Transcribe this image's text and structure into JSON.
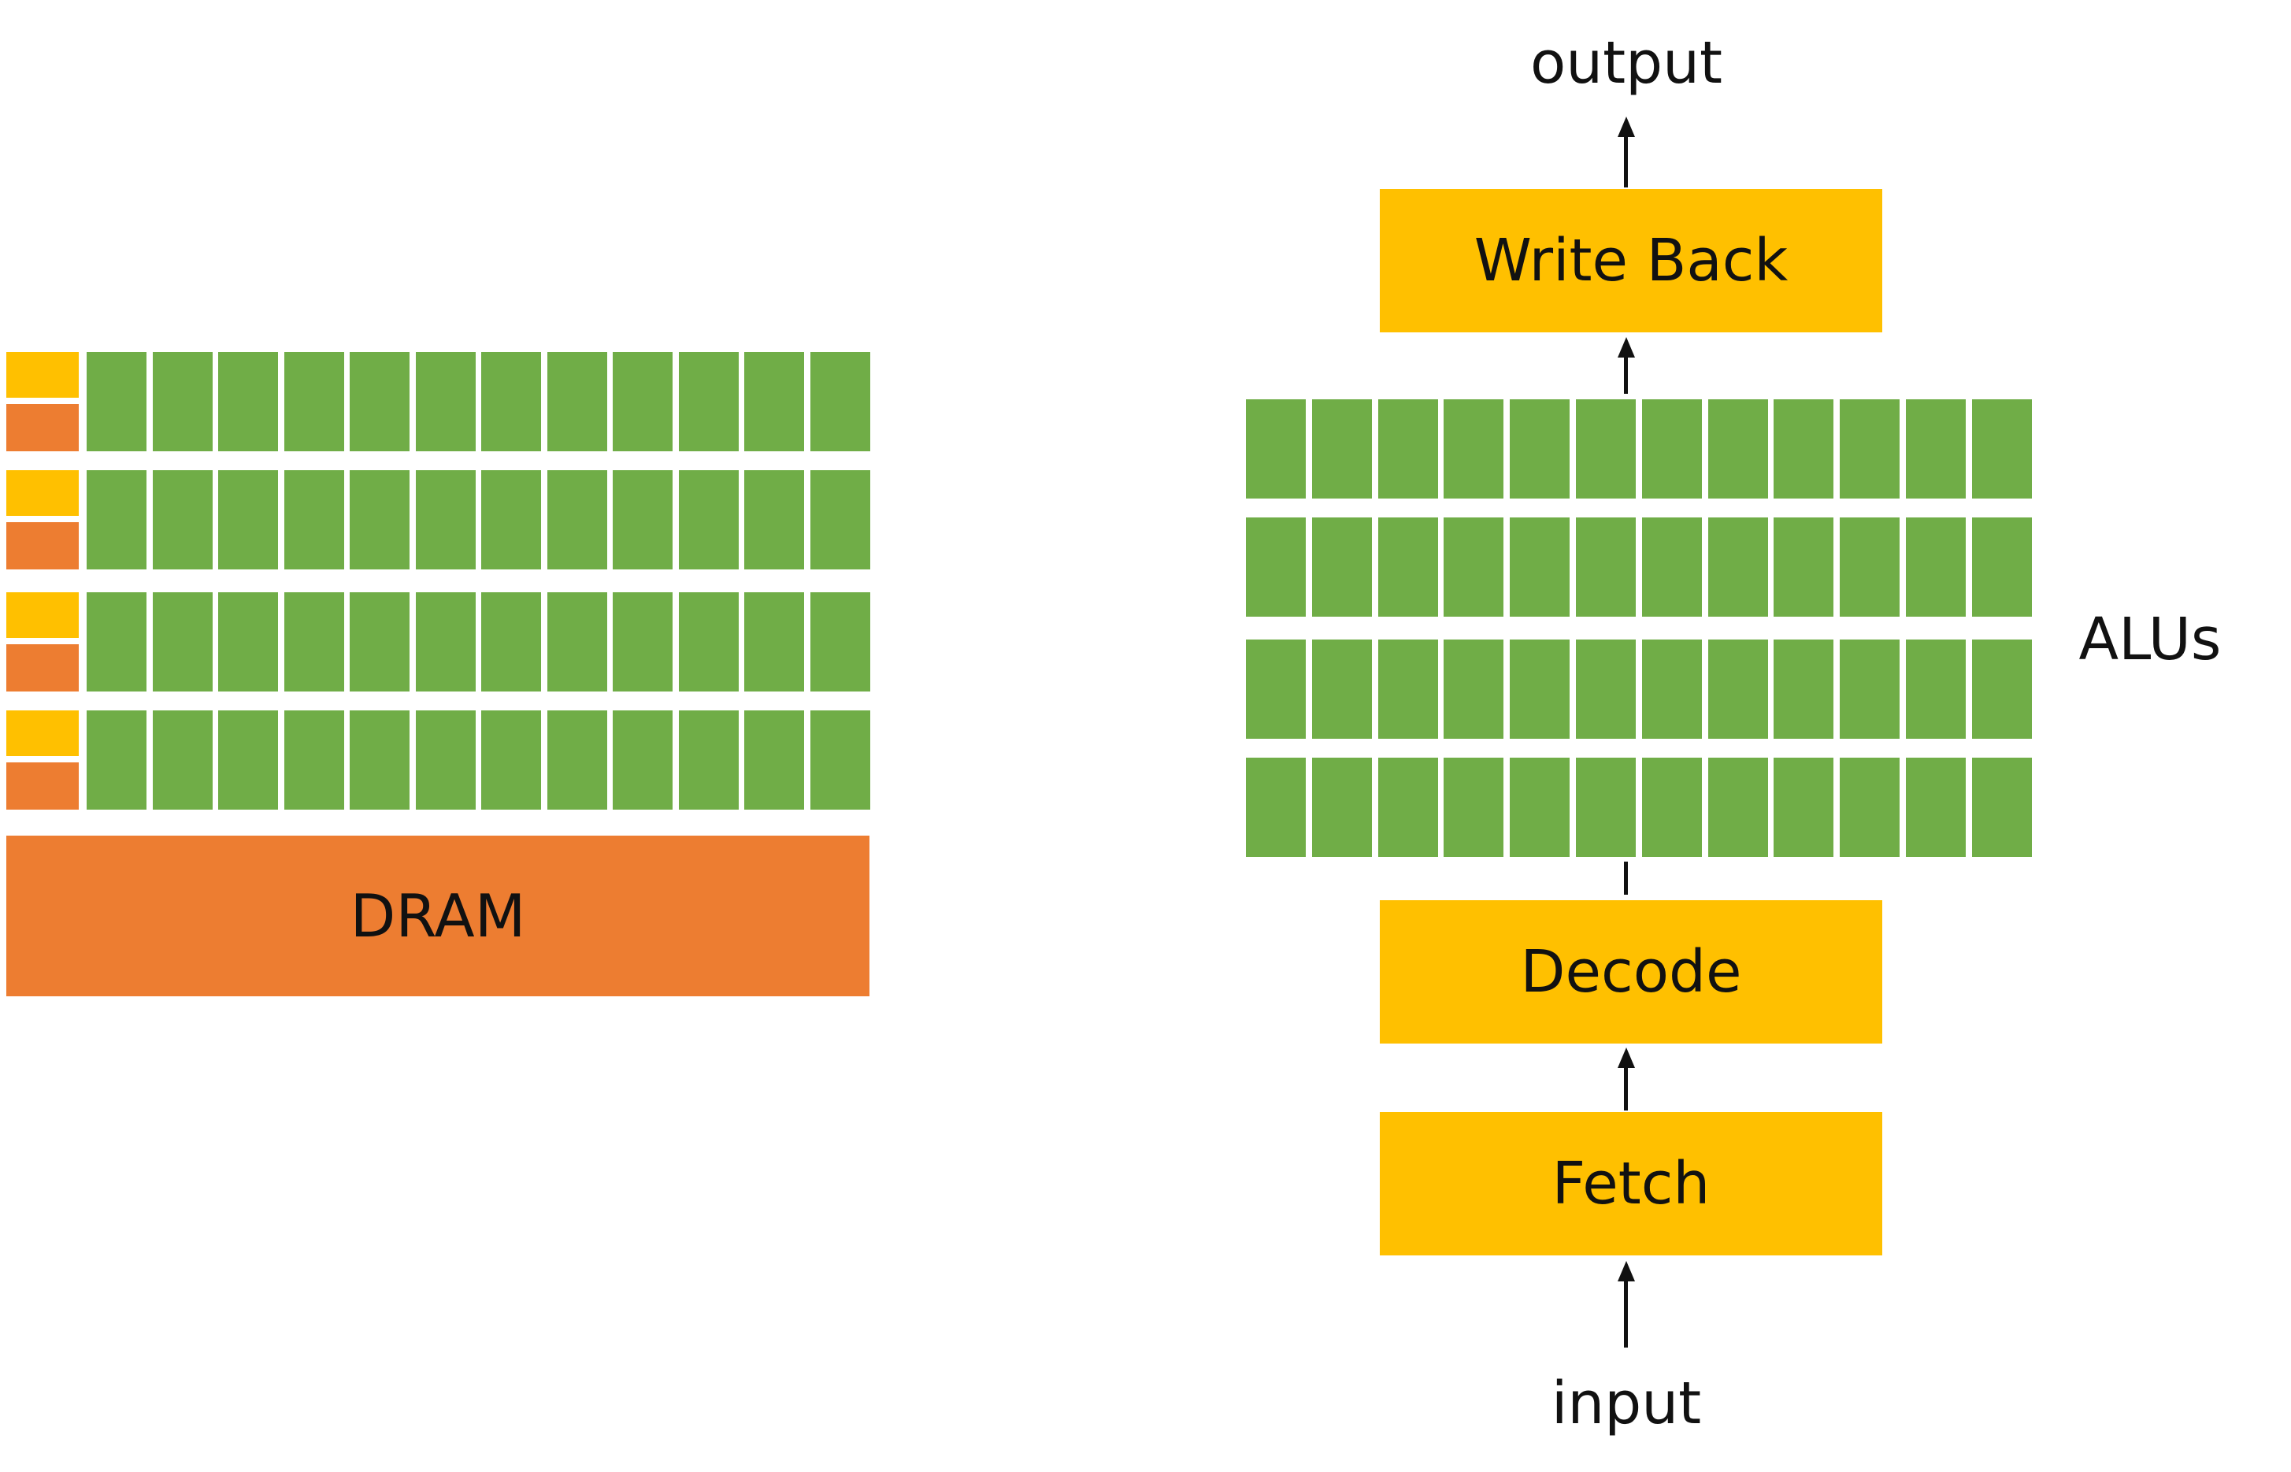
{
  "colors": {
    "background": "#ffffff",
    "alu_green": "#70AD47",
    "control_yellow": "#FFC000",
    "cache_orange": "#ED7D31",
    "text": "#111111"
  },
  "gpu_diagram": {
    "rows": 4,
    "alus_per_row": 12,
    "dram_label": "DRAM"
  },
  "pipeline_diagram": {
    "output_label": "output",
    "input_label": "input",
    "write_back_label": "Write Back",
    "decode_label": "Decode",
    "fetch_label": "Fetch",
    "alus_label": "ALUs",
    "alu_rows": 4,
    "alus_per_row": 12
  }
}
